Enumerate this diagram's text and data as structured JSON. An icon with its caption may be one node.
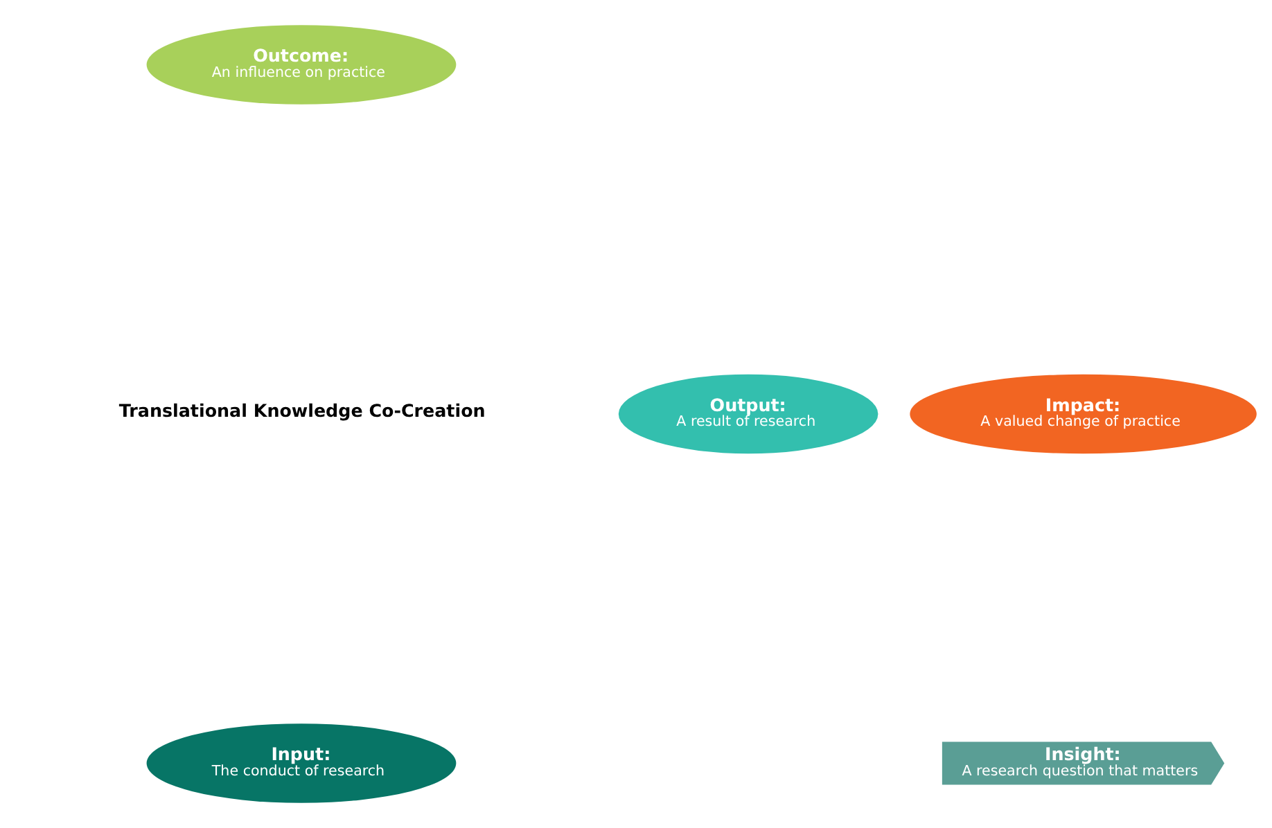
{
  "diagram": {
    "nodes": [
      {
        "text": [
          "Outcome:",
          "An influence on practice"
        ]
      },
      {
        "text": [
          "Output:",
          "A result of research"
        ]
      },
      {
        "text": [
          "Translational Knowledge Co-Creation"
        ]
      },
      {
        "text": [
          "Impact:",
          "A valued change of practice"
        ]
      },
      {
        "text": [
          "Input:",
          "The conduct of research"
        ]
      },
      {
        "text": [
          "Insight:",
          "A research question that matters"
        ]
      }
    ]
  }
}
